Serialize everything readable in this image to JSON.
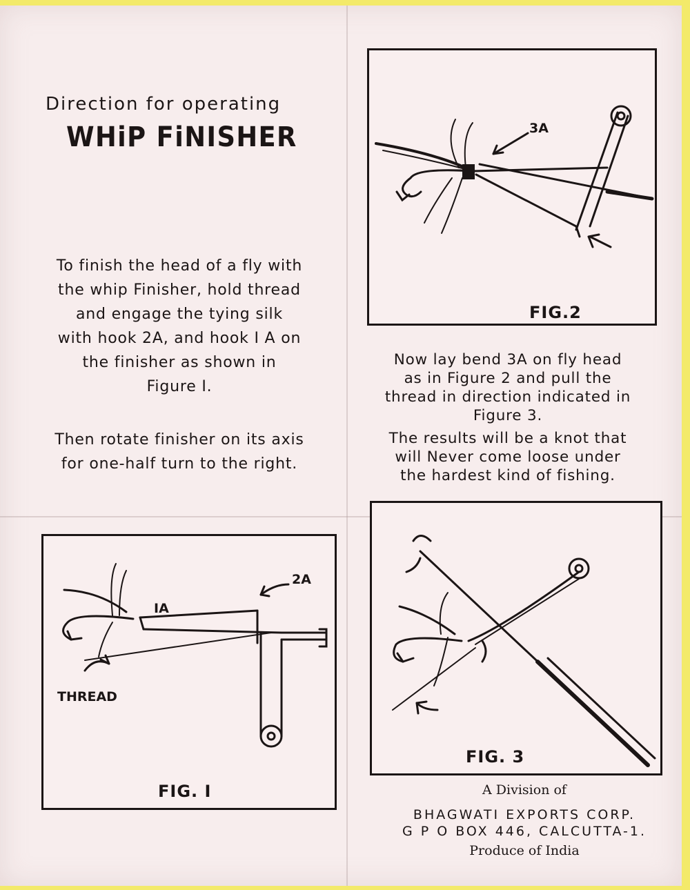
{
  "header": {
    "line1": "Direction for  operating",
    "line2": "WHiP FiNISHER"
  },
  "instructions": {
    "para1": [
      "To finish the head of a fly with",
      "the whip Finisher, hold thread",
      "and engage the tying silk",
      "with hook 2A, and hook I A on",
      "the finisher as shown in",
      "Figure  I."
    ],
    "para2": [
      "Then rotate finisher on its axis",
      "for one-half turn to the right."
    ],
    "para3": [
      "Now lay bend 3A on  fly head",
      "as in Figure 2 and pull the",
      "thread in direction indicated in",
      "Figure  3."
    ],
    "para4": [
      "The results will be a knot that",
      "will Never come loose under",
      "the hardest kind of fishing."
    ]
  },
  "figures": {
    "fig1": {
      "label": "FIG. I",
      "callout_1a": "IA",
      "callout_2a": "2A",
      "thread": "THREAD"
    },
    "fig2": {
      "label": "FIG.2",
      "callout_3a": "3A"
    },
    "fig3": {
      "label": "FIG. 3"
    }
  },
  "footer": {
    "division": "A Division of",
    "company": "BHAGWATI EXPORTS CORP.",
    "address": "G P O  BOX 446, CALCUTTA-1.",
    "produce": "Produce of India"
  },
  "colors": {
    "paper": "#f7eded",
    "ink": "#1b1515",
    "background": "#f3ea6a"
  }
}
